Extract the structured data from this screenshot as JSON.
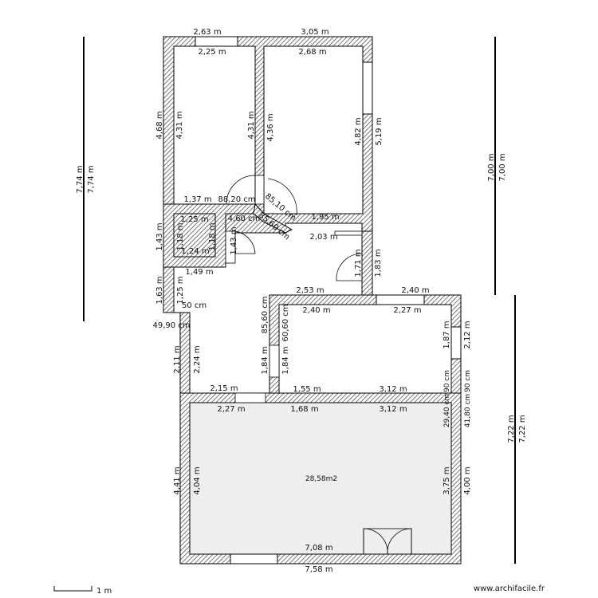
{
  "overall_dims": {
    "left_outer": "7,74 m",
    "left_inner": "7,74 m",
    "right_top_outer": "7,00 m",
    "right_top_inner": "7,00 m",
    "right_bottom_outer": "7,22 m",
    "right_bottom_inner": "7,22 m"
  },
  "bedroom_left": {
    "top_outer": "2,63 m",
    "top_inner": "2,25 m",
    "left_outer": "4,68 m",
    "left_inner": "4,31 m",
    "right_inner": "4,31 m",
    "bottom": "1,37 m",
    "door_width": "88,20 cm"
  },
  "bedroom_right": {
    "top_outer": "3,05 m",
    "top_inner": "2,68 m",
    "left_inner": "4,36 m",
    "right_inner": "4,82 m",
    "right_outer": "5,19 m",
    "bottom": "1,95 m",
    "diag_a": "85,10 cm",
    "diag_b": "85,60 cm"
  },
  "wc": {
    "top": "1,25 m",
    "left_inner": "1,18 m",
    "right_inner": "1,18 m",
    "bottom": "1,24 m",
    "left_outer": "1,43 m",
    "door": "1,43 m",
    "partition": "4,60 cm"
  },
  "hall": {
    "step_a": "1,49 m",
    "left_outer": "1,63 m",
    "left_inner": "1,25 m",
    "step_b": "50 cm",
    "step_c": "49,90 cm",
    "lower_outer": "2,11 m",
    "lower_inner": "2,24 m",
    "bottom": "2,15 m"
  },
  "corridor": {
    "top": "2,03 m",
    "side_inner": "1,71 m",
    "side_outer": "1,83 m"
  },
  "middle_room": {
    "top_outer": "2,53 m",
    "top_inner": "2,40 m",
    "left_outer": "85,60 cm",
    "left_inner": "60,60 cm",
    "partition_outer": "1,84 m",
    "partition_inner": "1,84 m",
    "bottom": "1,55 m"
  },
  "right_room": {
    "top_outer": "2,40 m",
    "top_inner": "2,27 m",
    "side_inner": "1,87 m",
    "side_outer": "2,12 m",
    "bottom": "3,12 m",
    "small_a": "90 cm",
    "small_b": "90 cm",
    "small_c": "29,40 cm",
    "small_d": "41,80 cm"
  },
  "living_room": {
    "area": "28,58m2",
    "top_left": "2,27 m",
    "top_mid": "1,68 m",
    "top_right": "3,12 m",
    "left_outer": "4,41 m",
    "left_inner": "4,04 m",
    "right_inner": "3,75 m",
    "right_outer": "4,00 m",
    "bottom_inner": "7,08 m",
    "bottom_outer": "7,58 m"
  },
  "scale_label": "1 m",
  "watermark": "www.archifacile.fr"
}
